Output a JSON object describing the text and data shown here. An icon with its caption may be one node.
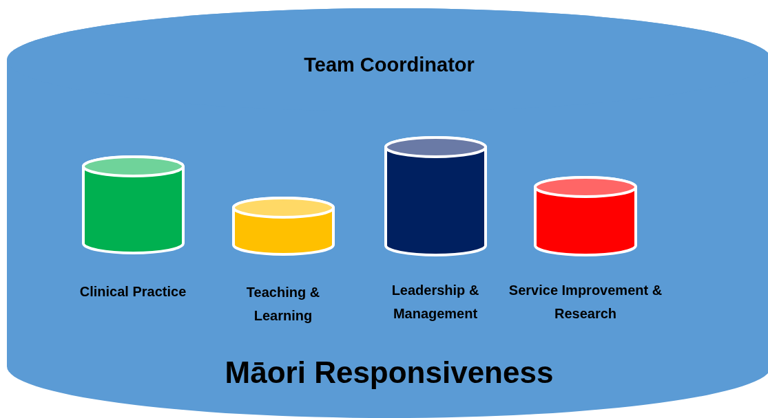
{
  "diagram": {
    "nodes": [
      {
        "text": [
          "Team Coordinator",
          "Māori Responsiveness"
        ]
      },
      {
        "text": [
          "Clinical Practice"
        ],
        "in": 0
      },
      {
        "text": [
          "Teaching & Learning"
        ],
        "in": 0
      },
      {
        "text": [
          "Leadership & Management"
        ],
        "in": 0
      },
      {
        "text": [
          "Service Improvement & Research"
        ],
        "in": 0
      }
    ]
  }
}
